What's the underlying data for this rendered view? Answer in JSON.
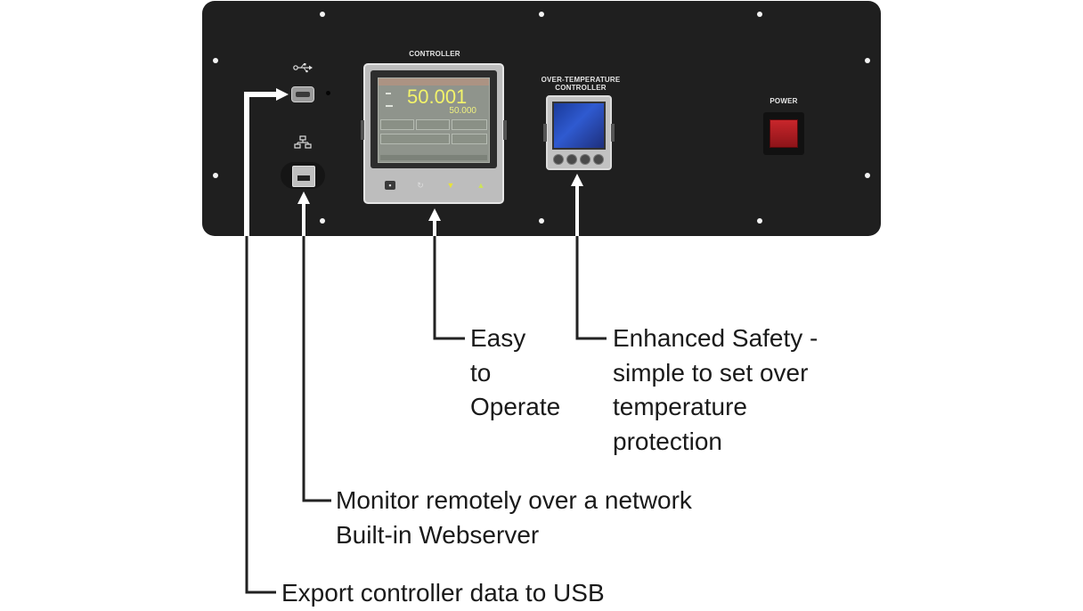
{
  "panel": {
    "controller_label": "CONTROLLER",
    "over_temp_label": "OVER-TEMPERATURE\nCONTROLLER",
    "power_label": "POWER"
  },
  "controller_screen": {
    "process_value": "50.001",
    "setpoint_value": "50.000"
  },
  "callouts": {
    "easy": "Easy\nto\nOperate",
    "safety": "Enhanced Safety -\nsimple to set over\ntemperature\nprotection",
    "network": "Monitor remotely over a network\nBuilt-in Webserver",
    "usb": "Export controller data to USB"
  },
  "colors": {
    "panel": "#1f1f1f",
    "callout_line": "#222222",
    "controller_value": "#f2f36a",
    "power_switch": "#c8262b"
  }
}
